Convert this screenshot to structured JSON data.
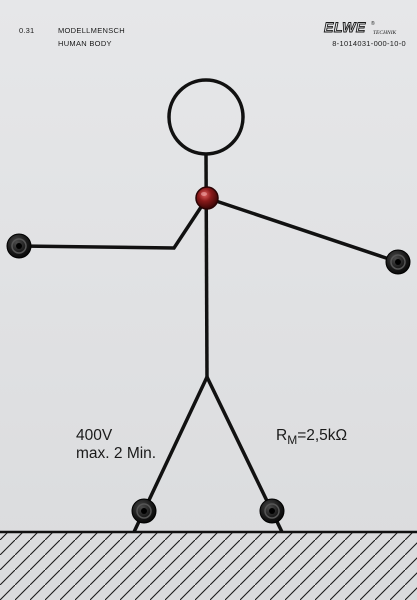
{
  "header": {
    "code": "0.31",
    "title_de": "MODELLMENSCH",
    "title_en": "HUMAN BODY",
    "brand": "ELWE",
    "brand_suffix": "TECHNIK",
    "catalog_number": "8-1014031-000-10-0"
  },
  "labels": {
    "voltage": "400V",
    "duration": "max. 2 Min.",
    "resistance_symbol": "R",
    "resistance_subscript": "M",
    "resistance_value": "=2,5kΩ"
  },
  "colors": {
    "panel": "#e1e2e4",
    "line": "#111111",
    "socket": "#151515",
    "heart_led": "#7a1414"
  },
  "sockets": [
    {
      "name": "left-hand-socket",
      "part": "left hand"
    },
    {
      "name": "right-hand-socket",
      "part": "right hand"
    },
    {
      "name": "left-foot-socket",
      "part": "left foot"
    },
    {
      "name": "right-foot-socket",
      "part": "right foot"
    }
  ]
}
